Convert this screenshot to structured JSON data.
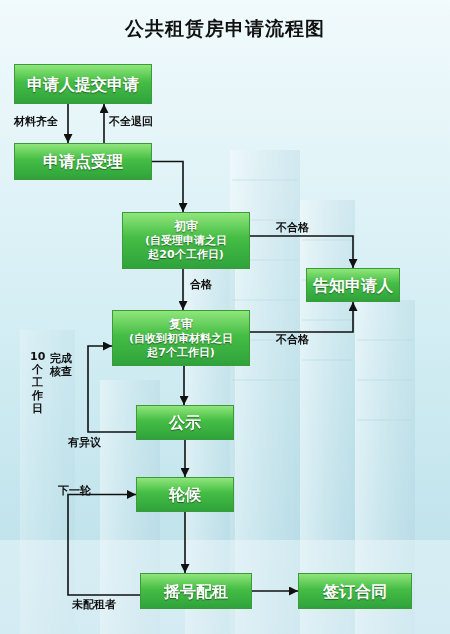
{
  "diagram": {
    "title": "公共租赁房申请流程图",
    "nodes": [
      {
        "text": [
          "申请人提交申请"
        ]
      },
      {
        "text": [
          "申请点受理"
        ]
      },
      {
        "text": [
          "初审",
          "(自受理申请之日 起20个工作日)"
        ]
      },
      {
        "text": [
          "告知申请人"
        ]
      },
      {
        "text": [
          "复审",
          "(自收到初审材料之日 起7个工作日)"
        ]
      },
      {
        "text": [
          "公示"
        ]
      },
      {
        "text": [
          "轮候"
        ]
      },
      {
        "text": [
          "摇号配租"
        ]
      },
      {
        "text": [
          "签订合同"
        ]
      }
    ],
    "edges": [
      {
        "from": 0,
        "to": 1,
        "arrow": "to",
        "label": "材料齐全"
      },
      {
        "from": 1,
        "to": 0,
        "arrow": "to",
        "label": "不全退回"
      },
      {
        "from": 1,
        "to": 2,
        "arrow": "to"
      },
      {
        "from": 2,
        "to": 3,
        "arrow": "to",
        "label": "不合格"
      },
      {
        "from": 2,
        "to": 4,
        "arrow": "to",
        "label": "合格"
      },
      {
        "from": 4,
        "to": 3,
        "arrow": "to",
        "label": "不合格"
      },
      {
        "from": 4,
        "to": 5,
        "arrow": "to"
      },
      {
        "from": 5,
        "to": 4,
        "arrow": "to",
        "label": "有异议"
      },
      {
        "from": 5,
        "to": 6,
        "arrow": "to"
      },
      {
        "from": 6,
        "to": 7,
        "arrow": "to"
      },
      {
        "from": 7,
        "to": 6,
        "arrow": "to",
        "label": "未配租者"
      },
      {
        "from": 7,
        "to": 8,
        "arrow": "to"
      }
    ],
    "labels": [
      "10个工作日",
      "完成核查",
      "下一轮"
    ]
  }
}
